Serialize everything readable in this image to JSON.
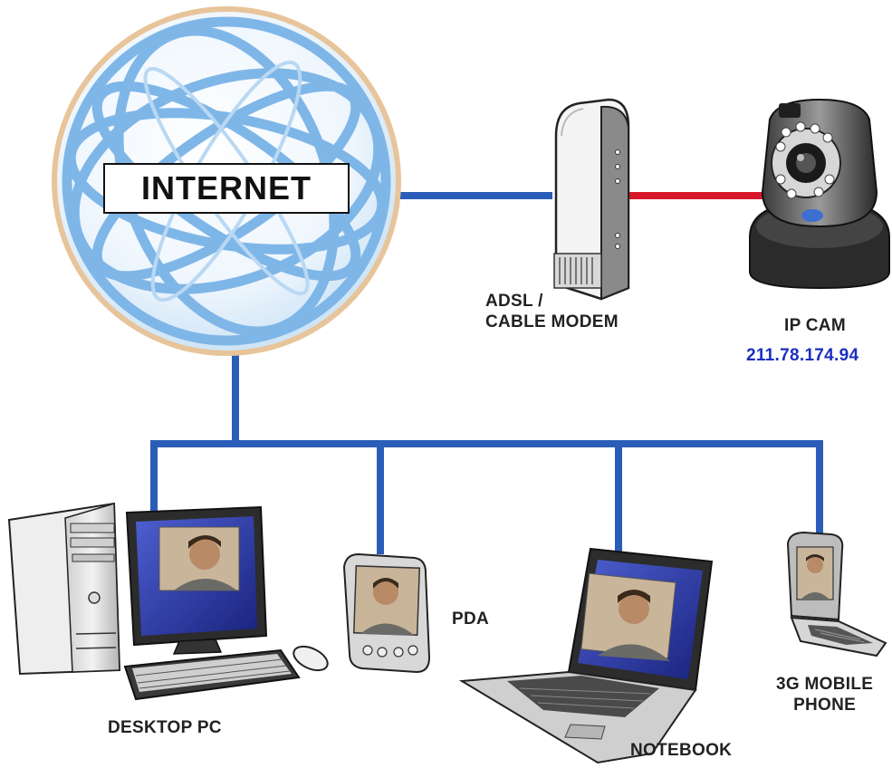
{
  "labels": {
    "internet": "INTERNET",
    "modem_line1": "ADSL /",
    "modem_line2": "CABLE MODEM",
    "ipcam": "IP CAM",
    "ipcam_address": "211.78.174.94",
    "pda": "PDA",
    "desktop": "DESKTOP PC",
    "notebook": "NOTEBOOK",
    "phone_line1": "3G MOBILE",
    "phone_line2": "PHONE"
  },
  "colors": {
    "network_line": "#2a5db8",
    "camera_link": "#d8182a",
    "ip_text": "#1b2fbf",
    "globe_grid": "#7fb6e8"
  },
  "icons": [
    "globe-icon",
    "modem-icon",
    "ip-camera-icon",
    "desktop-pc-icon",
    "pda-icon",
    "notebook-icon",
    "mobile-phone-icon"
  ]
}
